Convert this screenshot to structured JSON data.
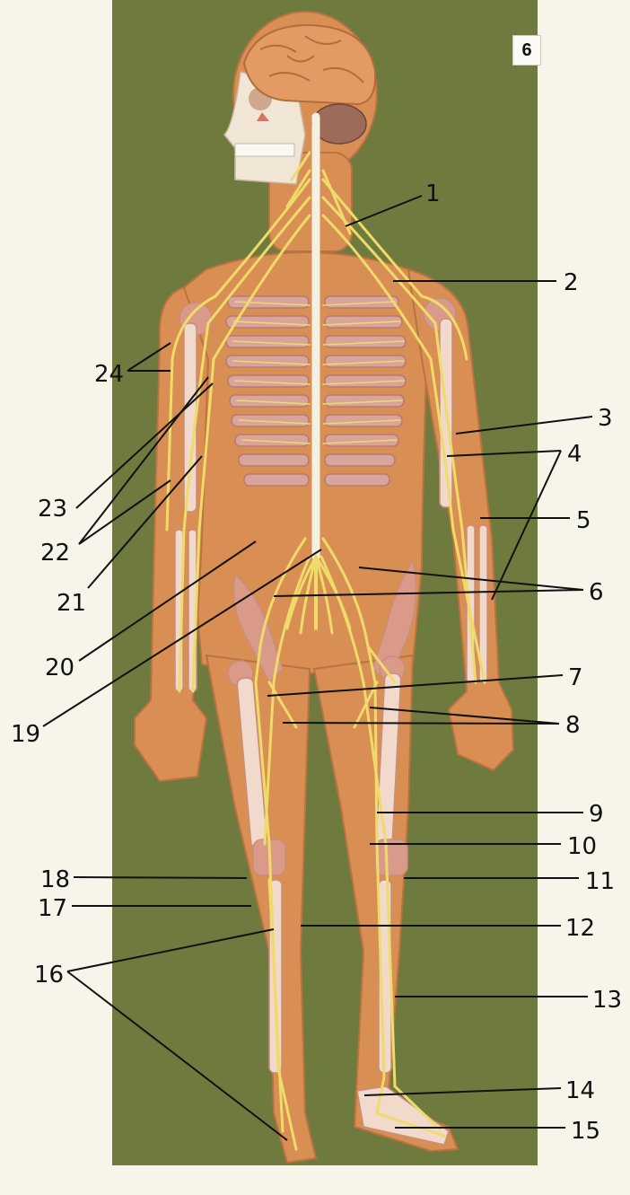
{
  "board_tag": "6",
  "labels": [
    "1",
    "2",
    "3",
    "4",
    "5",
    "6",
    "7",
    "8",
    "9",
    "10",
    "11",
    "12",
    "13",
    "14",
    "15",
    "16",
    "17",
    "18",
    "19",
    "20",
    "21",
    "22",
    "23",
    "24"
  ],
  "colors": {
    "board": "#6f7a3f",
    "skin": "#d98e54",
    "nerve": "#eedb6a",
    "bone": "#f1d9cc",
    "brain": "#e49a63",
    "ribs": "#d9a49b",
    "leader": "#111111"
  }
}
